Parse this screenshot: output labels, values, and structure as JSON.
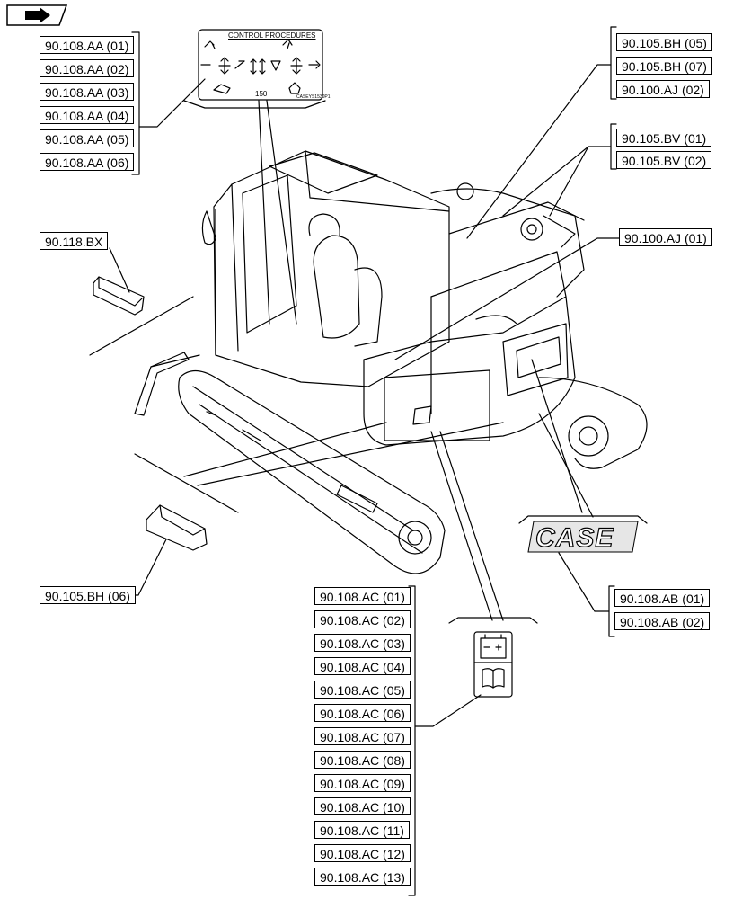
{
  "nav": {
    "icon": "back-arrow-icon"
  },
  "decal": {
    "title": "CONTROL PROCEDURES",
    "number": "150",
    "code": "CASEYS1530P1"
  },
  "logo": {
    "text": "CASE"
  },
  "refs": {
    "aa": [
      "90.108.AA (01)",
      "90.108.AA (02)",
      "90.108.AA (03)",
      "90.108.AA (04)",
      "90.108.AA (05)",
      "90.108.AA (06)"
    ],
    "bh": [
      "90.105.BH (05)",
      "90.105.BH (07)",
      "90.100.AJ (02)"
    ],
    "bv": [
      "90.105.BV (01)",
      "90.105.BV (02)"
    ],
    "aj01": "90.100.AJ (01)",
    "bx": "90.118.BX",
    "bh06": "90.105.BH (06)",
    "ab": [
      "90.108.AB (01)",
      "90.108.AB (02)"
    ],
    "ac": [
      "90.108.AC (01)",
      "90.108.AC (02)",
      "90.108.AC (03)",
      "90.108.AC (04)",
      "90.108.AC (05)",
      "90.108.AC (06)",
      "90.108.AC (07)",
      "90.108.AC (08)",
      "90.108.AC (09)",
      "90.108.AC (10)",
      "90.108.AC (11)",
      "90.108.AC (12)",
      "90.108.AC (13)"
    ]
  }
}
